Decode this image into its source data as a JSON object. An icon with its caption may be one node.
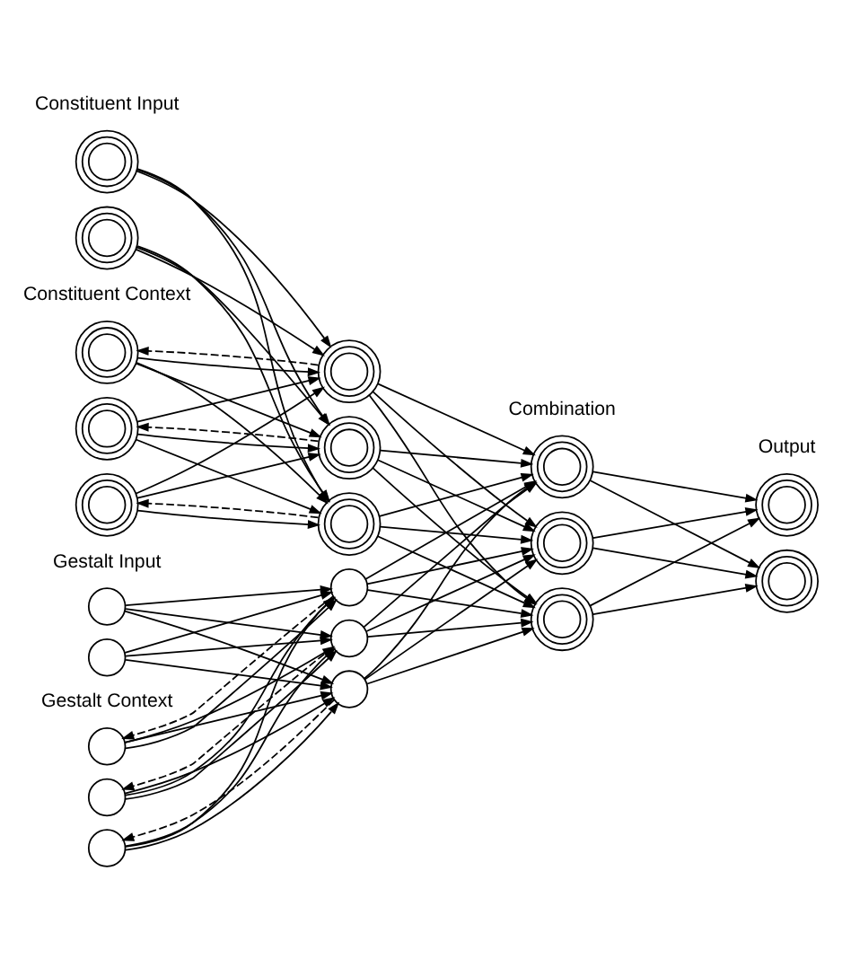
{
  "diagram": {
    "nodes": [
      {
        "text": [],
        "shape": "circle"
      },
      {
        "text": [],
        "shape": "circle"
      },
      {
        "text": [],
        "shape": "circle"
      },
      {
        "text": [],
        "shape": "circle"
      },
      {
        "text": [],
        "shape": "circle"
      },
      {
        "text": [],
        "shape": "circle"
      },
      {
        "text": [],
        "shape": "circle"
      },
      {
        "text": [],
        "shape": "circle"
      },
      {
        "text": [],
        "shape": "circle"
      },
      {
        "text": [],
        "shape": "circle"
      },
      {
        "text": [],
        "shape": "circle"
      },
      {
        "text": [],
        "shape": "circle"
      },
      {
        "text": [],
        "shape": "circle"
      },
      {
        "text": [],
        "shape": "circle"
      },
      {
        "text": [],
        "shape": "circle"
      },
      {
        "text": [],
        "shape": "circle"
      },
      {
        "text": [],
        "shape": "circle"
      },
      {
        "text": [],
        "shape": "circle"
      },
      {
        "text": [],
        "shape": "circle"
      },
      {
        "text": [],
        "shape": "circle"
      },
      {
        "text": [],
        "shape": "circle"
      }
    ],
    "edges": [
      {
        "from": 0,
        "to": 5,
        "arrow": "to"
      },
      {
        "from": 0,
        "to": 6,
        "arrow": "to"
      },
      {
        "from": 0,
        "to": 7,
        "arrow": "to"
      },
      {
        "from": 1,
        "to": 5,
        "arrow": "to"
      },
      {
        "from": 1,
        "to": 6,
        "arrow": "to"
      },
      {
        "from": 1,
        "to": 7,
        "arrow": "to"
      },
      {
        "from": 2,
        "to": 5,
        "arrow": "to"
      },
      {
        "from": 2,
        "to": 6,
        "arrow": "to"
      },
      {
        "from": 2,
        "to": 7,
        "arrow": "to"
      },
      {
        "from": 3,
        "to": 5,
        "arrow": "to"
      },
      {
        "from": 3,
        "to": 6,
        "arrow": "to"
      },
      {
        "from": 3,
        "to": 7,
        "arrow": "to"
      },
      {
        "from": 4,
        "to": 5,
        "arrow": "to"
      },
      {
        "from": 4,
        "to": 6,
        "arrow": "to"
      },
      {
        "from": 4,
        "to": 7,
        "arrow": "to"
      },
      {
        "from": 5,
        "to": 2,
        "arrow": "to",
        "style": "dashed"
      },
      {
        "from": 6,
        "to": 3,
        "arrow": "to",
        "style": "dashed"
      },
      {
        "from": 7,
        "to": 4,
        "arrow": "to",
        "style": "dashed"
      },
      {
        "from": 5,
        "to": 8,
        "arrow": "to"
      },
      {
        "from": 5,
        "to": 9,
        "arrow": "to"
      },
      {
        "from": 5,
        "to": 10,
        "arrow": "to"
      },
      {
        "from": 6,
        "to": 8,
        "arrow": "to"
      },
      {
        "from": 6,
        "to": 9,
        "arrow": "to"
      },
      {
        "from": 6,
        "to": 10,
        "arrow": "to"
      },
      {
        "from": 7,
        "to": 8,
        "arrow": "to"
      },
      {
        "from": 7,
        "to": 9,
        "arrow": "to"
      },
      {
        "from": 7,
        "to": 10,
        "arrow": "to"
      },
      {
        "from": 8,
        "to": 11,
        "arrow": "to"
      },
      {
        "from": 8,
        "to": 12,
        "arrow": "to"
      },
      {
        "from": 9,
        "to": 11,
        "arrow": "to"
      },
      {
        "from": 9,
        "to": 12,
        "arrow": "to"
      },
      {
        "from": 10,
        "to": 11,
        "arrow": "to"
      },
      {
        "from": 10,
        "to": 12,
        "arrow": "to"
      },
      {
        "from": 13,
        "to": 18,
        "arrow": "to"
      },
      {
        "from": 13,
        "to": 19,
        "arrow": "to"
      },
      {
        "from": 13,
        "to": 20,
        "arrow": "to"
      },
      {
        "from": 14,
        "to": 18,
        "arrow": "to"
      },
      {
        "from": 14,
        "to": 19,
        "arrow": "to"
      },
      {
        "from": 14,
        "to": 20,
        "arrow": "to"
      },
      {
        "from": 15,
        "to": 18,
        "arrow": "to"
      },
      {
        "from": 15,
        "to": 19,
        "arrow": "to"
      },
      {
        "from": 15,
        "to": 20,
        "arrow": "to"
      },
      {
        "from": 16,
        "to": 18,
        "arrow": "to"
      },
      {
        "from": 16,
        "to": 19,
        "arrow": "to"
      },
      {
        "from": 16,
        "to": 20,
        "arrow": "to"
      },
      {
        "from": 17,
        "to": 18,
        "arrow": "to"
      },
      {
        "from": 17,
        "to": 19,
        "arrow": "to"
      },
      {
        "from": 17,
        "to": 20,
        "arrow": "to"
      },
      {
        "from": 18,
        "to": 15,
        "arrow": "to",
        "style": "dashed"
      },
      {
        "from": 19,
        "to": 16,
        "arrow": "to",
        "style": "dashed"
      },
      {
        "from": 20,
        "to": 17,
        "arrow": "to",
        "style": "dashed"
      },
      {
        "from": 18,
        "to": 8,
        "arrow": "to"
      },
      {
        "from": 18,
        "to": 9,
        "arrow": "to"
      },
      {
        "from": 18,
        "to": 10,
        "arrow": "to"
      },
      {
        "from": 19,
        "to": 8,
        "arrow": "to"
      },
      {
        "from": 19,
        "to": 9,
        "arrow": "to"
      },
      {
        "from": 19,
        "to": 10,
        "arrow": "to"
      },
      {
        "from": 20,
        "to": 8,
        "arrow": "to"
      },
      {
        "from": 20,
        "to": 9,
        "arrow": "to"
      },
      {
        "from": 20,
        "to": 10,
        "arrow": "to"
      }
    ],
    "labels": [
      "Constituent Input",
      "Constituent Context",
      "Combination",
      "Output",
      "Gestalt Input",
      "Gestalt Context"
    ]
  }
}
